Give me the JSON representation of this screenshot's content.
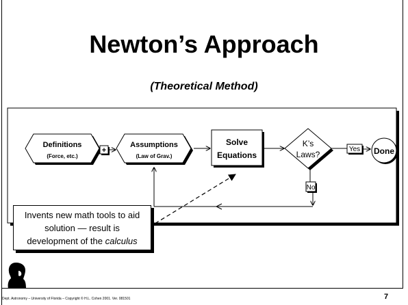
{
  "slide": {
    "title": "Newton’s Approach",
    "subtitle": "(Theoretical Method)",
    "page_number": "7",
    "footer": "Dept. Astronomy – University of Florida – Copyright © H.L. Cohen 2001. Ver. 081501"
  },
  "diagram": {
    "definitions": {
      "line1": "Definitions",
      "line2": "(Force, etc.)"
    },
    "plus_label": "+",
    "assumptions": {
      "line1": "Assumptions",
      "line2": "(Law of Grav.)"
    },
    "solve": {
      "line1": "Solve",
      "line2": "Equations"
    },
    "decision": {
      "line1": "K’s",
      "line2": "Laws?"
    },
    "yes_label": "Yes",
    "no_label": "No",
    "done_label": "Done"
  },
  "callout": {
    "line1": "Invents new math tools to aid",
    "line2": "solution — result is",
    "line3_prefix": "development of the ",
    "line3_emph": "calculus"
  }
}
